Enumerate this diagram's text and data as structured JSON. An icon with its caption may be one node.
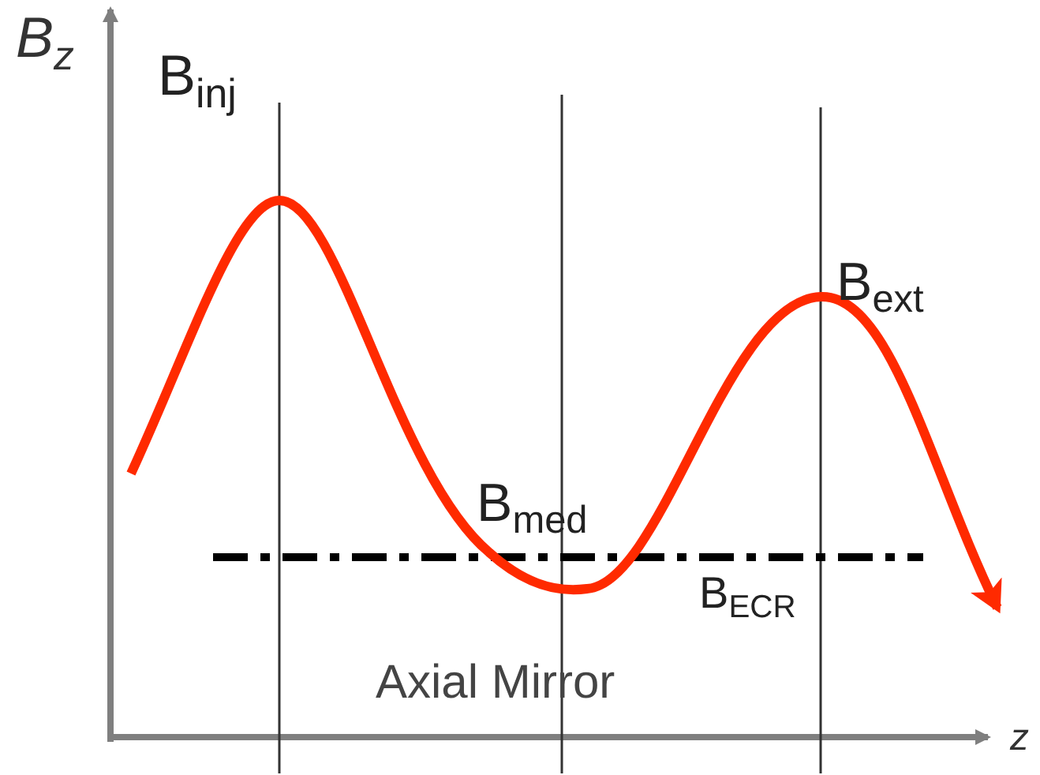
{
  "diagram": {
    "labels": [
      "B$_{z}$",
      "B$_{inj}$",
      "B$_{ext}$",
      "B$_{med}$",
      "B$_{ECR}$",
      "Axial Mirror",
      "z"
    ]
  }
}
